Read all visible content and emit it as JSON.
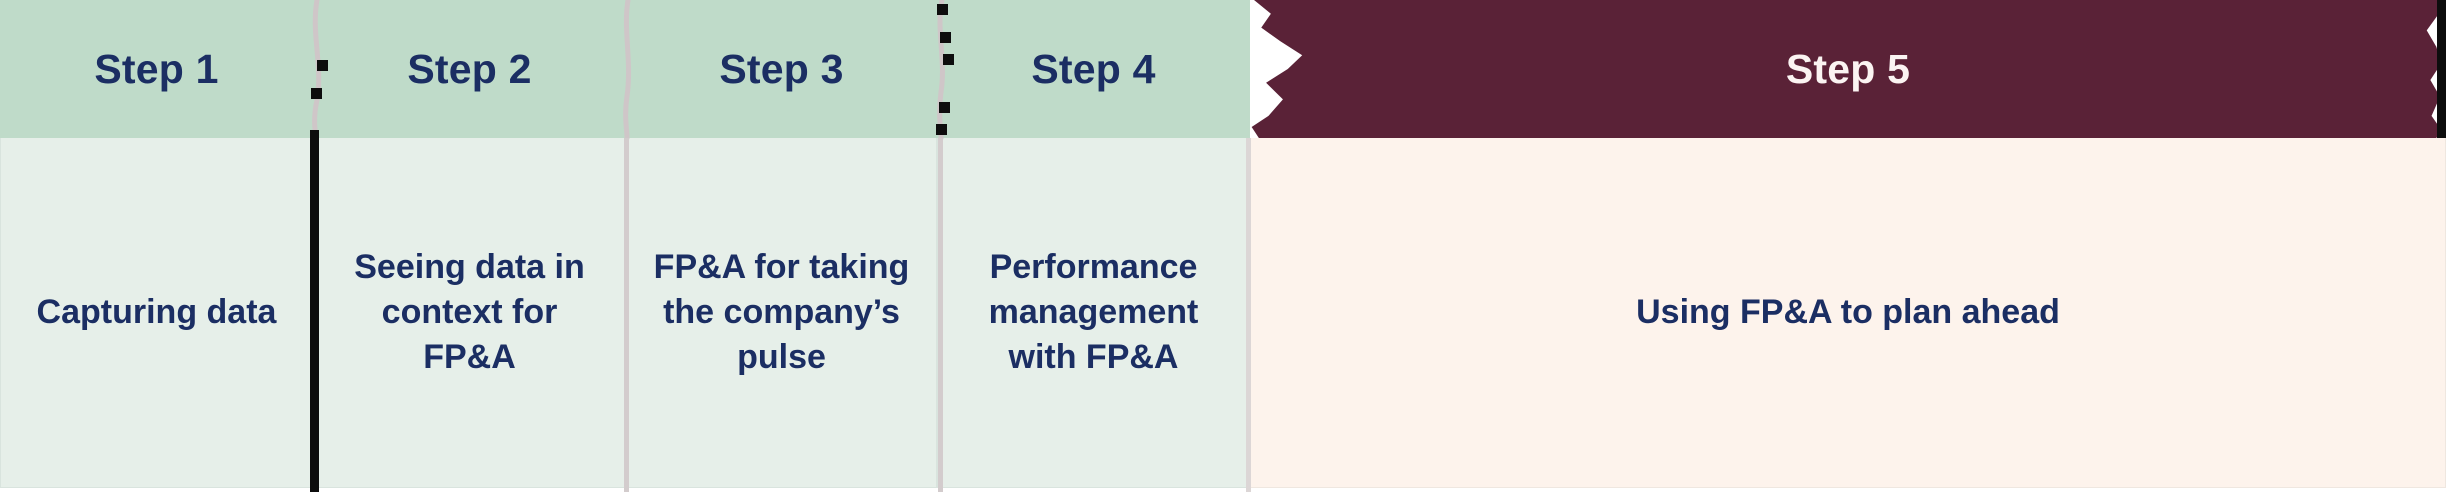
{
  "diagram": {
    "title": "FP&A maturity five-step progression",
    "type": "step-progression-table",
    "colors": {
      "header_green": "#bfdbc9",
      "header_accent": "#5a2237",
      "body_mint": "#e6efe9",
      "body_cream": "#fdf3ec",
      "text_navy": "#1b2e63",
      "text_on_accent": "#fbf4f2",
      "separator_grey": "#cfc6c8",
      "separator_black": "#111111"
    },
    "columns": [
      {
        "header": "Step 1",
        "body": "Capturing data",
        "highlighted": false
      },
      {
        "header": "Step 2",
        "body": "Seeing data in context for FP&A",
        "highlighted": false
      },
      {
        "header": "Step 3",
        "body": "FP&A for taking the company’s pulse",
        "highlighted": false
      },
      {
        "header": "Step 4",
        "body": "Performance management with FP&A",
        "highlighted": false
      },
      {
        "header": "Step 5",
        "body": "Using FP&A to plan ahead",
        "highlighted": true
      }
    ]
  }
}
